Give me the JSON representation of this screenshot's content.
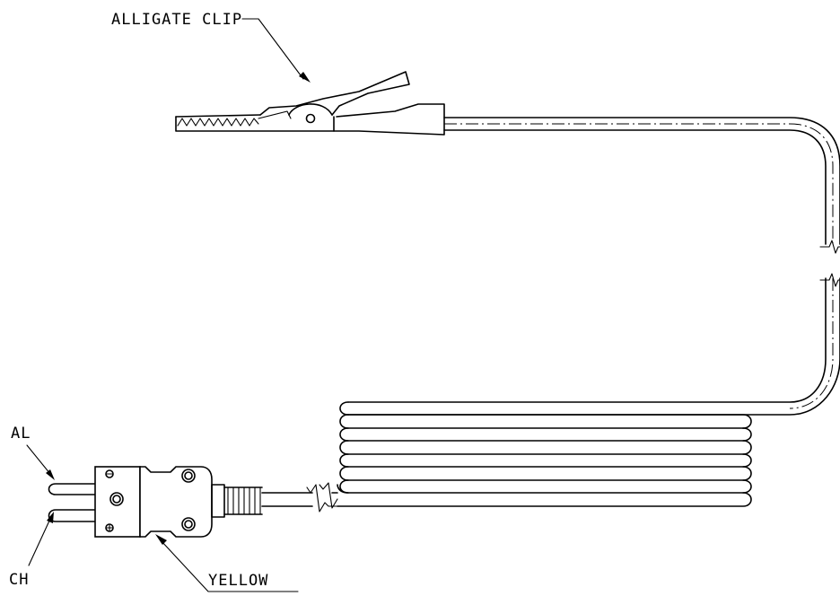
{
  "labels": {
    "clip": "ALLIGATE CLIP",
    "al": "AL",
    "ch": "CH",
    "yellow": "YELLOW"
  },
  "colors": {
    "line": "#000000",
    "background": "#ffffff"
  }
}
